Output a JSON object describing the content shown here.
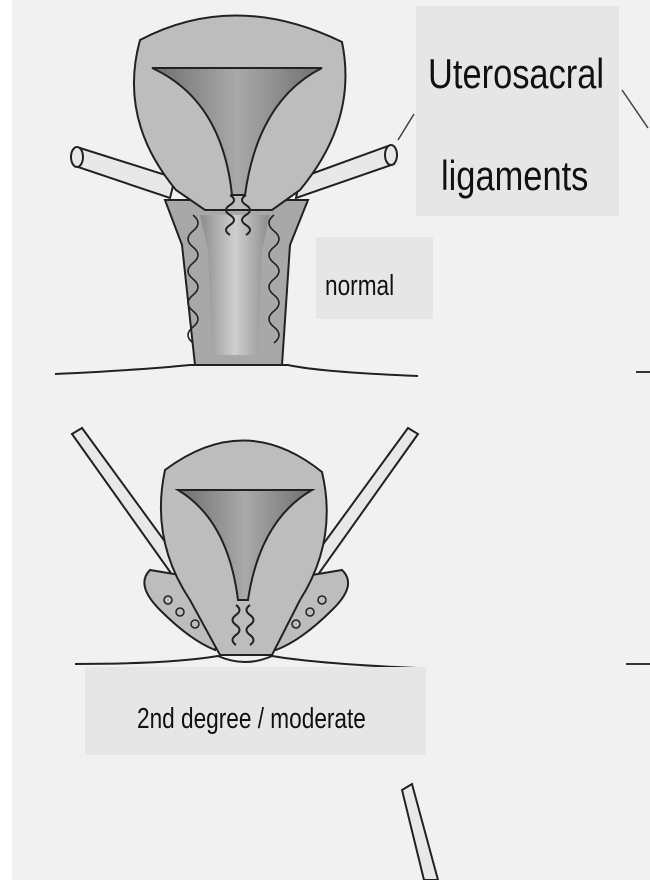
{
  "labels": {
    "title_line1": "Uterosacral",
    "title_line2": "ligaments",
    "normal": "normal",
    "moderate": "2nd degree / moderate"
  },
  "colors": {
    "background": "#f1f1f1",
    "label_box": "#e6e6e6",
    "uterus_outer": "#bdbdbd",
    "uterus_cavity": "#8f8f8f",
    "vaginal_wall": "#a8a8a8",
    "ligament_fill": "#e8e8e8",
    "outline": "#222222"
  }
}
